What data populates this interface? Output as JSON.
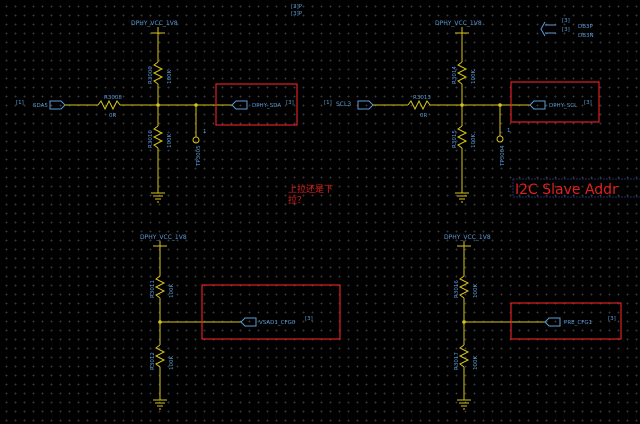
{
  "supply_label": "DPHY_VCC_1V8",
  "top_left": {
    "in_ref": "[1]",
    "in_net": "SDA5",
    "series_res": "R3008",
    "series_val": "0R",
    "pullup_res": "R3009",
    "pullup_val": "100K",
    "pulldown_res": "R3010",
    "pulldown_val": "100K",
    "tp": "TP3005",
    "tp_pin": "1",
    "out_net": "DPHY_SDA",
    "out_ref": "[3]"
  },
  "top_right": {
    "in_ref": "[1]",
    "in_net": "SCL3",
    "series_res": "R3013",
    "series_val": "0R",
    "pullup_res": "R3014",
    "pullup_val": "100K",
    "pulldown_res": "R3015",
    "pulldown_val": "100K",
    "tp": "TP3004",
    "tp_pin": "1",
    "out_net": "DPHY_SCL",
    "out_ref": "[3]"
  },
  "bottom_left": {
    "pullup_res": "R3011",
    "pullup_val": "100K",
    "pulldown_res": "R3012",
    "pulldown_val": "100K",
    "out_net": "VSAD1_CFG0",
    "out_ref": "[3]"
  },
  "bottom_right": {
    "pullup_res": "R3016",
    "pullup_val": "100K",
    "pulldown_res": "R3017",
    "pulldown_val": "100K",
    "out_net": "PRE_CFG1",
    "out_ref": "[3]"
  },
  "top_center_ref": "[3]P",
  "top_right_corner": {
    "ref1": "[3]",
    "ref2": "[3]",
    "net1": "DB3P",
    "net2": "DB3N"
  },
  "annotation_cn": "上拉还是下",
  "annotation_cn2": "拉？",
  "heading": "I2C Slave Addr",
  "colors": {
    "wire": "#d6c31a",
    "label": "#5b9bd5",
    "highlight": "#e02020",
    "background": "#000000"
  }
}
